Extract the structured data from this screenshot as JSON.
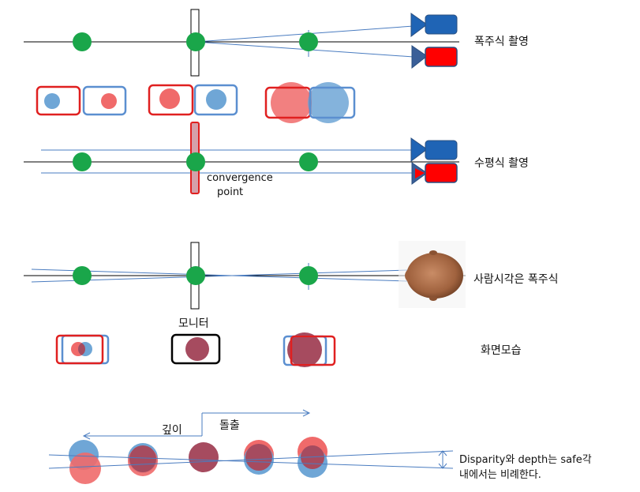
{
  "labels": {
    "convergent_shooting": "폭주식 촬영",
    "parallel_shooting": "수평식 촬영",
    "convergence_point_1": "convergence",
    "convergence_point_2": "point",
    "human_vision": "사람시각은 폭주식",
    "monitor": "모니터",
    "screen_view": "화면모습",
    "depth": "깊이",
    "protrusion": "돌출",
    "note_line1": "Disparity와 depth는 safe각",
    "note_line2": "내에서는  비례한다."
  },
  "colors": {
    "green_point": "#1aa64a",
    "camera_blue": "#1f64b5",
    "camera_red": "#ff0000",
    "left_red": "#f06a6a",
    "right_blue": "#6fa6d6",
    "overlap": "#a64b5f",
    "frame_red": "#e02020",
    "frame_blue": "#5b8fd0",
    "line_blue": "#4a7cc0"
  }
}
